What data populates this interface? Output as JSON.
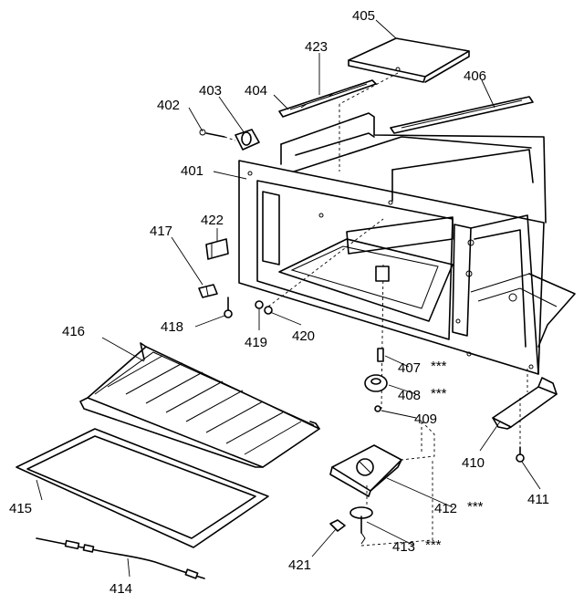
{
  "callouts": {
    "c401": "401",
    "c402": "402",
    "c403": "403",
    "c404": "404",
    "c405": "405",
    "c406": "406",
    "c407": "407",
    "c408": "408",
    "c409": "409",
    "c410": "410",
    "c411": "411",
    "c412": "412",
    "c413": "413",
    "c414": "414",
    "c415": "415",
    "c416": "416",
    "c417": "417",
    "c418": "418",
    "c419": "419",
    "c420": "420",
    "c421": "421",
    "c422": "422",
    "c423": "423"
  },
  "markers": {
    "c407": "***",
    "c408": "***",
    "c412": "***",
    "c413": "***"
  }
}
